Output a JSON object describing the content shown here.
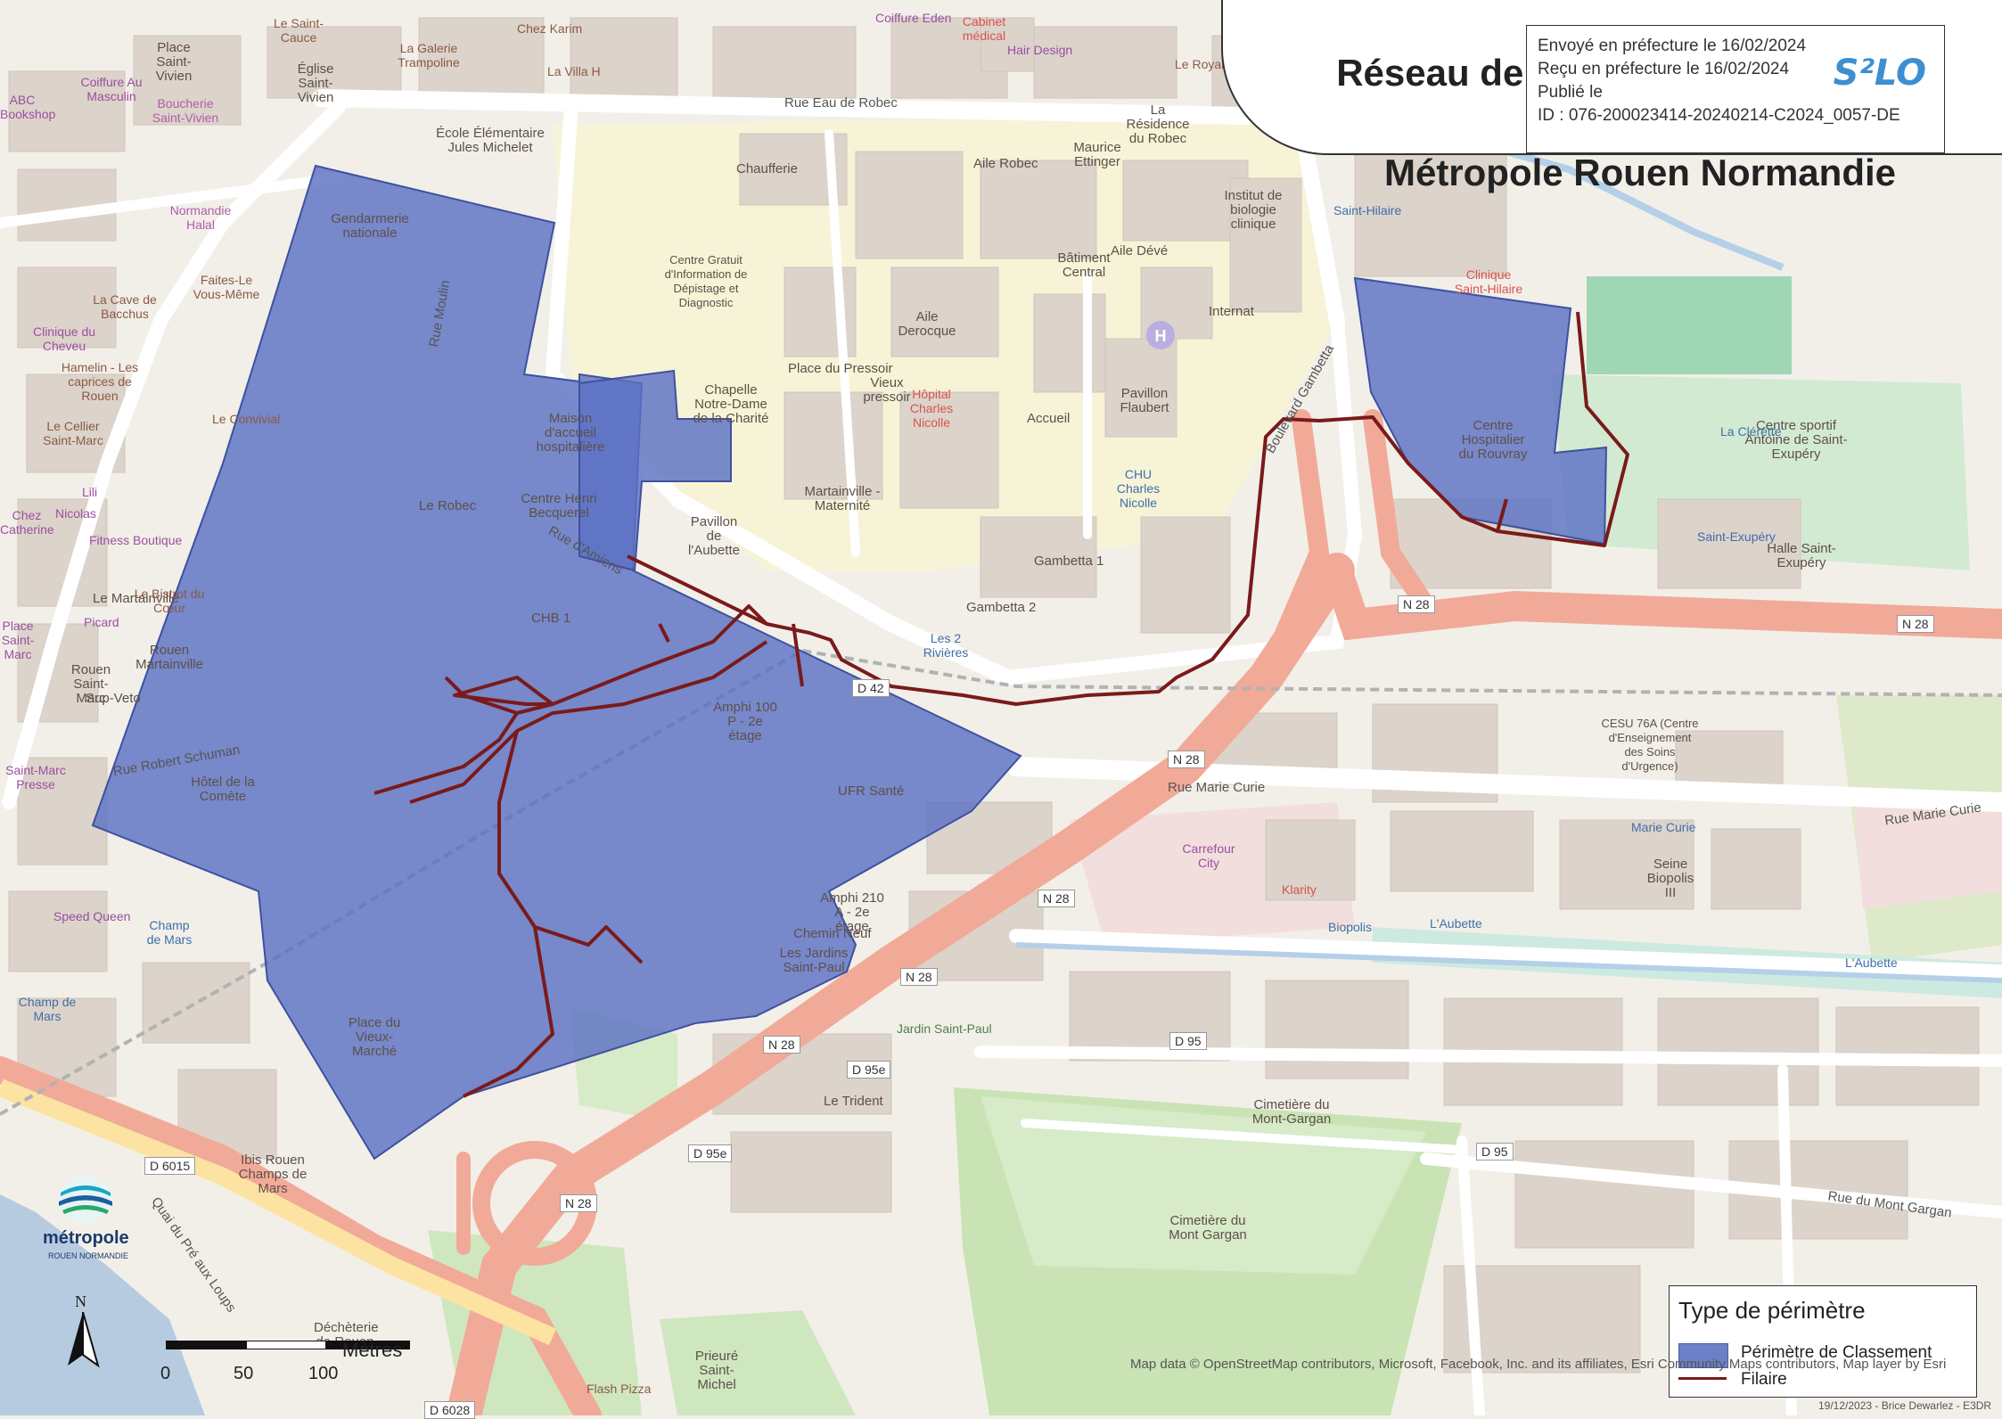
{
  "title": {
    "line1": "Réseau de Chaleur de Martainville -",
    "line2": "Métropole Rouen Normandie"
  },
  "stamp": {
    "line1": "Envoyé en préfecture le 16/02/2024",
    "line2": "Reçu en préfecture le 16/02/2024",
    "line3": "Publié le",
    "line4": "ID : 076-200023414-20240214-C2024_0057-DE",
    "logo": "S²LO"
  },
  "legend": {
    "title": "Type de périmètre",
    "items": [
      {
        "label": "Périmètre de Classement",
        "color": "#6b80c6"
      },
      {
        "label": "Filaire",
        "color": "#7a1a1a"
      }
    ]
  },
  "scale": {
    "unit": "Mètres",
    "ticks": [
      "0",
      "50",
      "100"
    ]
  },
  "north_label": "N",
  "metro_logo": {
    "line1": "métropole",
    "line2": "ROUEN NORMANDIE"
  },
  "attribution": "Map data © OpenStreetMap contributors, Microsoft, Facebook, Inc. and its affiliates, Esri Community Maps contributors, Map layer by Esri",
  "credit": "19/12/2023 - Brice Dewarlez - E3DR",
  "shields": [
    "N 28",
    "N 28",
    "N 28",
    "N 28",
    "N 28",
    "N 28",
    "N 28",
    "D 42",
    "D 95",
    "D 95e",
    "D 95e",
    "D 95",
    "D 6015",
    "D 6028"
  ],
  "map_labels": [
    "Rue Eau de Robec",
    "Aile Robec",
    "Chaufferie",
    "Aile Dévé",
    "Bâtiment Central",
    "Institut de biologie clinique",
    "Internat",
    "Aile Derocque",
    "Place du Pressoir",
    "Vieux pressoir",
    "Hôpital Charles Nicolle",
    "Accueil",
    "Pavillon Flaubert",
    "Boulevard Gambetta",
    "CHU Charles Nicolle",
    "Gambetta 1",
    "Gambetta 2",
    "Les 2 Rivières",
    "Martainville - Maternité",
    "Pavillon de l'Aubette",
    "Chapelle Notre-Dame de la Charité",
    "Centre Gratuit d'Information de Dépistage et Diagnostic",
    "École Élémentaire Jules Michelet",
    "Église Saint-Vivien",
    "Place Saint-Vivien",
    "La Galerie Trampoline",
    "Le Saint-Cauce",
    "Coiffure Eden",
    "Cabinet médical",
    "Hair Design",
    "La Villa H",
    "Chez Karim",
    "La Résidence du Robec",
    "Maurice Ettinger",
    "Le Royal",
    "Clinique Saint-Hilaire",
    "Saint-Hilaire",
    "Centre sportif Antoine de Saint-Exupéry",
    "La Clérette",
    "Saint-Exupéry",
    "Halle Saint-Exupéry",
    "Rue Marie Curie",
    "Rue Marie Curie",
    "CESU 76A (Centre d'Enseignement des Soins d'Urgence)",
    "Marie Curie",
    "Seine Biopolis III",
    "Biopolis",
    "L'Aubette",
    "L'Aubette",
    "Klarity",
    "Carrefour City",
    "Amphi 210 A - 2e étage",
    "Chemin Neuf",
    "Les Jardins Saint-Paul",
    "Jardin Saint-Paul",
    "Le Trident",
    "Cimetière du Mont-Gargan",
    "Cimetière du Mont Gargan",
    "Rue du Mont Gargan",
    "Place Saint-Marc",
    "Rouen Saint-Marc",
    "Le Martainville",
    "Sup-Veto",
    "Rue Robert Schuman",
    "Champ de Mars",
    "Champ de Mars",
    "Ibis Rouen Champs de Mars",
    "Quai du Pré aux Loups",
    "Déchèterie de Rouen",
    "Prieuré Saint-Michel",
    "Flash Pizza",
    "Speed Queen",
    "Saint-Marc Presse",
    "Fitness Boutique",
    "Chez Catherine",
    "Le Cellier Saint-Marc",
    "Le Convivial",
    "Hamelin - Les caprices de Rouen",
    "Clinique du Cheveu",
    "La Cave de Bacchus",
    "Faites-Le Vous-Même",
    "Normandie Halal",
    "Boucherie Saint-Vivien",
    "Coiffure Au Masculin",
    "ABC Bookshop",
    "Le Bistrot du Cœur",
    "Rue d'Amiens",
    "Rue Moulin",
    "Amphi 100 P - 2e étage",
    "CHB 1",
    "UFR Santé",
    "Picard",
    "Nicolas",
    "Lili",
    "Rouen Martainville",
    "Gendarmerie nationale",
    "Maison d'accueil hospitalière",
    "Centre Henri Becquerel",
    "Centre Hospitalier du Rouvray",
    "Le Robec",
    "Hôtel de la Comète",
    "Place du Vieux-Marché"
  ]
}
